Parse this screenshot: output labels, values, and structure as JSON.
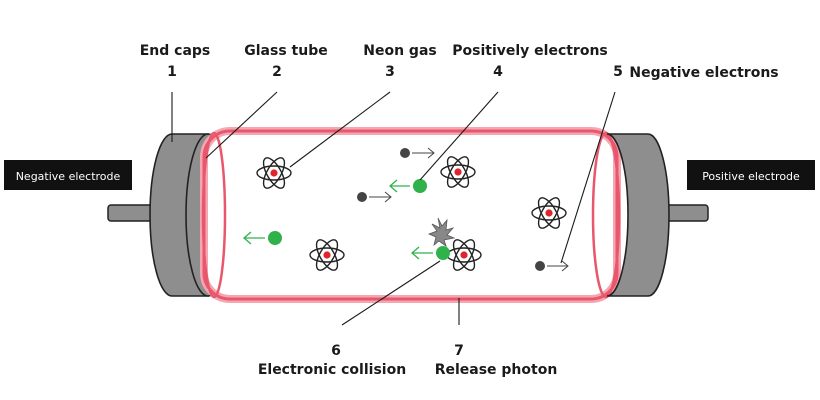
{
  "electrodes": {
    "negative": "Negative electrode",
    "positive": "Positive electrode"
  },
  "labels": [
    {
      "number": "1",
      "name": "End caps"
    },
    {
      "number": "2",
      "name": "Glass tube"
    },
    {
      "number": "3",
      "name": "Neon gas"
    },
    {
      "number": "4",
      "name": "Positively electrons"
    },
    {
      "number": "5",
      "name": "Negative electrons"
    },
    {
      "number": "6",
      "name": "Electronic collision"
    },
    {
      "number": "7",
      "name": "Release photon"
    }
  ],
  "colors": {
    "end_cap_fill": "#8e8e8e",
    "tube_glow": "#e8576b",
    "positive_particle": "#2fb24a",
    "negative_particle": "#444444",
    "nucleus": "#e0242d",
    "electrode_box": "#111111"
  }
}
